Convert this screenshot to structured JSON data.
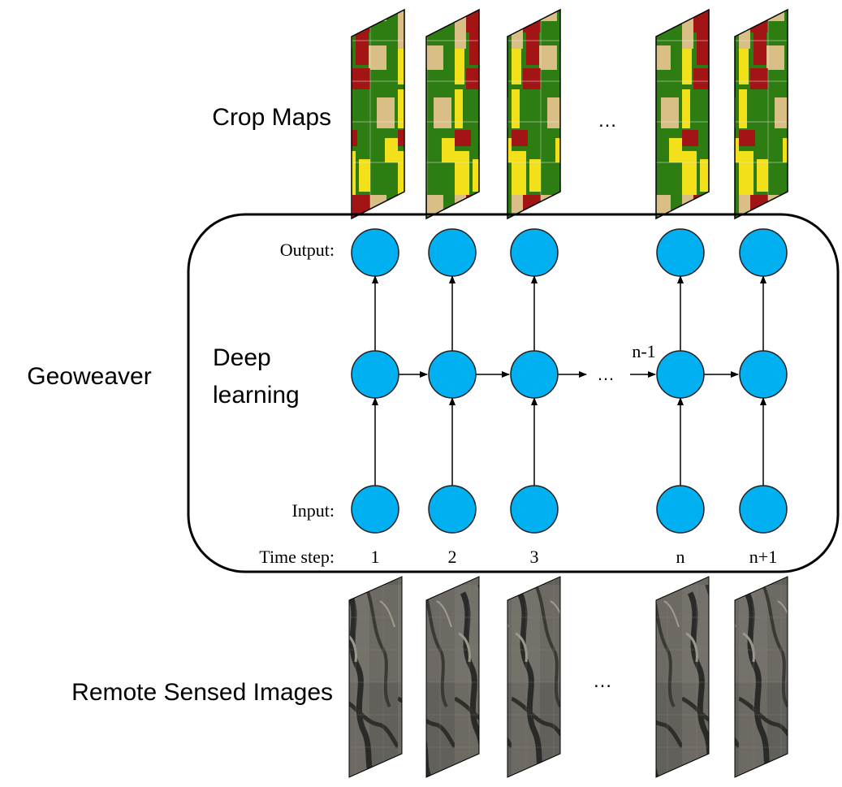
{
  "labels": {
    "crop_maps": "Crop Maps",
    "geoweaver": "Geoweaver",
    "deep_learning_line1": "Deep",
    "deep_learning_line2": "learning",
    "remote_sensed_images": "Remote Sensed Images",
    "output": "Output:",
    "input": "Input:",
    "time_step": "Time step:",
    "ellipsis": "…",
    "n_minus_1": "n-1"
  },
  "time_steps": [
    "1",
    "2",
    "3",
    "n",
    "n+1"
  ],
  "colors": {
    "node_fill": "#00b0f0",
    "node_stroke": "#1f1f1f",
    "crop_yellow": "#f2e01a",
    "crop_green": "#2e7d12",
    "crop_red": "#a31515",
    "crop_tan": "#d9bf85",
    "satellite_dark": "#3c3c3a"
  }
}
